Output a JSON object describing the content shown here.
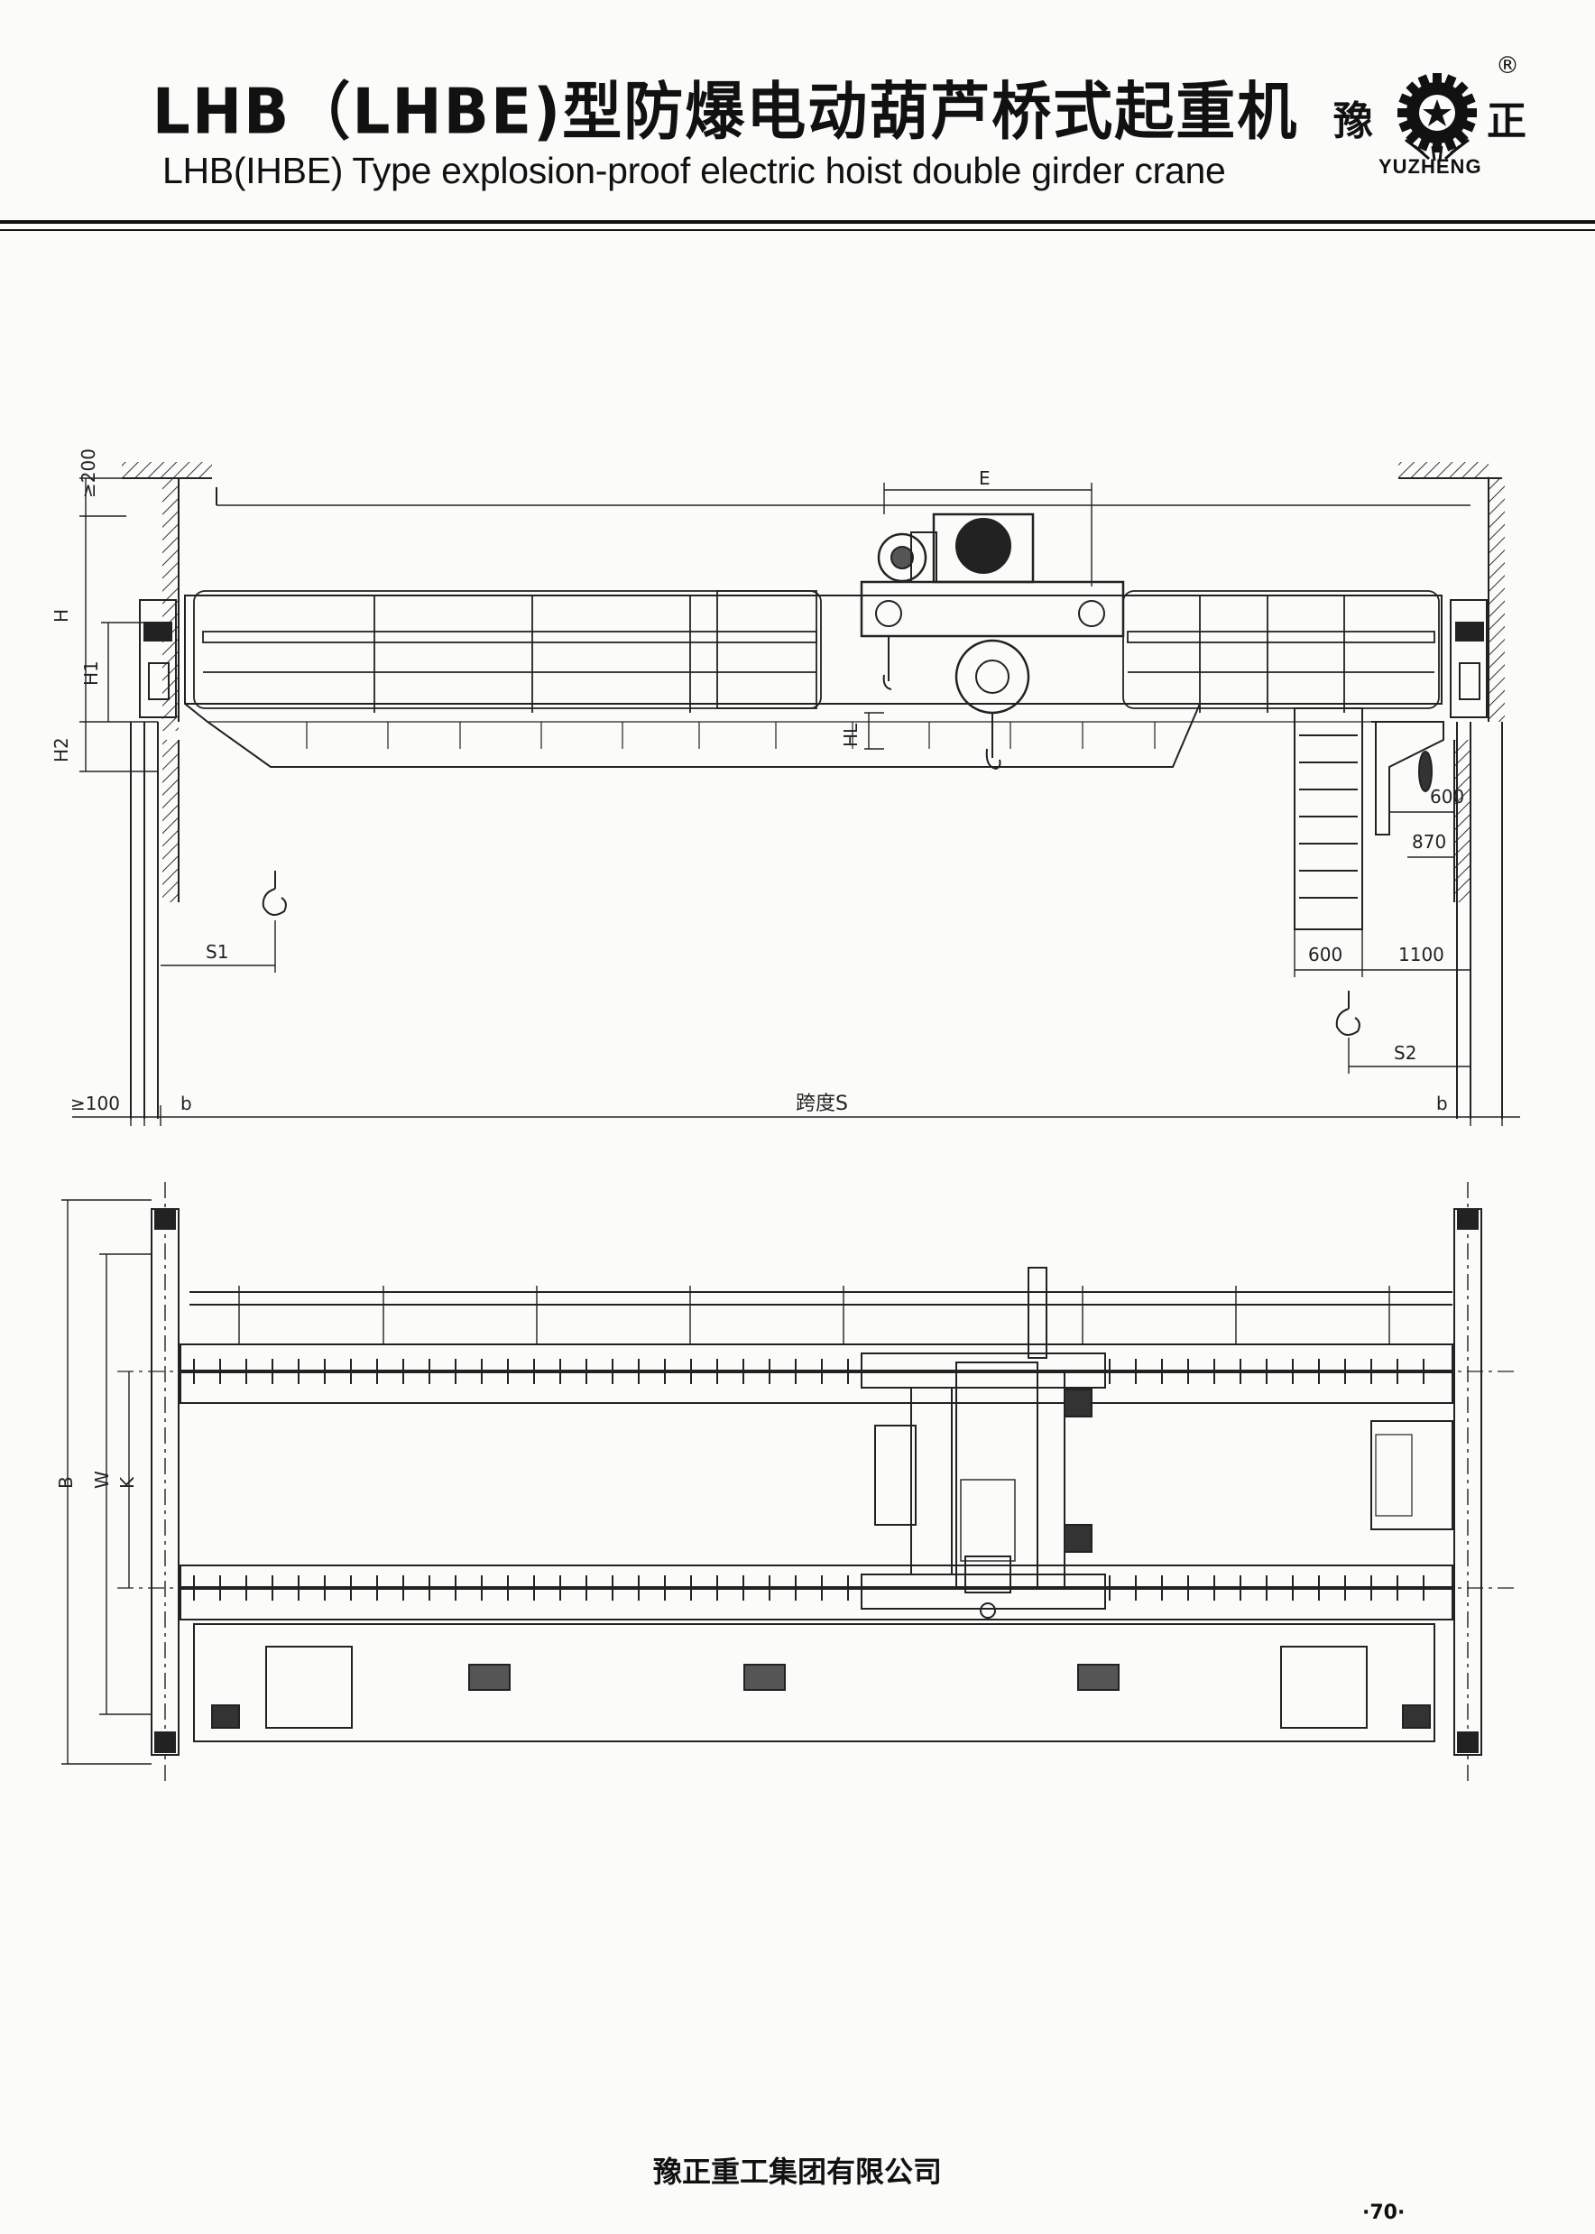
{
  "header": {
    "title_cn": "LHB（LHBE)型防爆电动葫芦桥式起重机",
    "title_en": "LHB(IHBE) Type  explosion-proof electric hoist double girder crane",
    "logo": {
      "cn_left": "豫",
      "cn_right": "正",
      "en": "YUZHENG",
      "registered": "®",
      "icon": "gear-star-logo-icon"
    }
  },
  "elevation_labels": {
    "clearance_top": "≥200",
    "H": "H",
    "H1": "H1",
    "H2": "H2",
    "HL": "HL",
    "E": "E",
    "S1": "S1",
    "S2": "S2",
    "span": "跨度S",
    "b_left": "b",
    "b_right": "b",
    "clearance_side": "≥100",
    "dim_600_ladder": "600",
    "dim_1100": "1100",
    "dim_600_cab": "600",
    "dim_870": "870"
  },
  "plan_labels": {
    "B": "B",
    "W": "W",
    "K": "K"
  },
  "footer": {
    "company": "豫正重工集团有限公司",
    "page": "·70·"
  }
}
